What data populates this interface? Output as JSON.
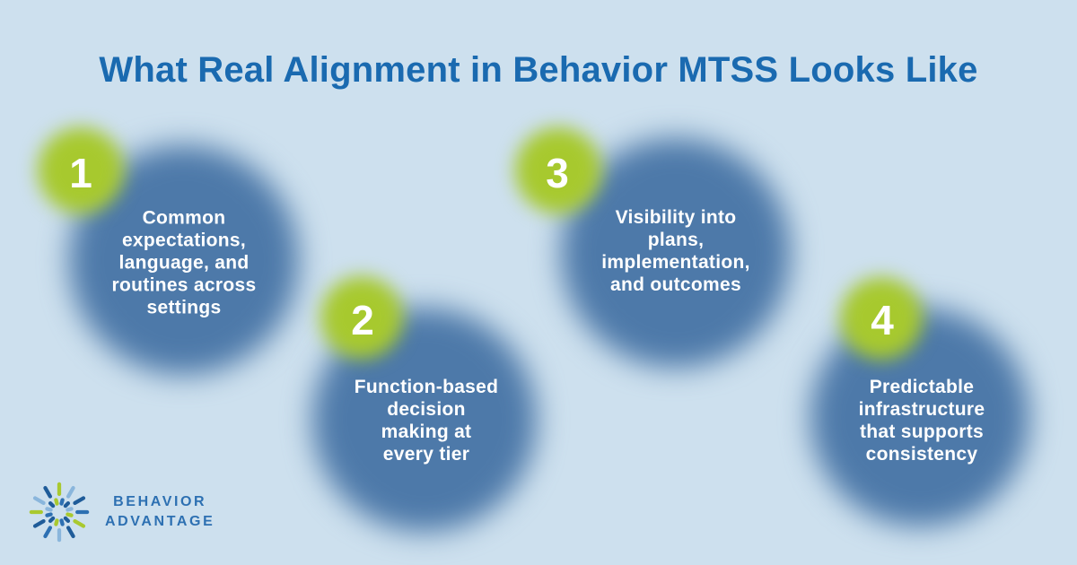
{
  "title": "What Real Alignment in Behavior MTSS Looks Like",
  "colors": {
    "background": "#cde0ee",
    "bubble_blue": "#4d79a9",
    "badge_green": "#a7c92e",
    "title_blue": "#1a6ab0",
    "logo_blue": "#2d70b2",
    "bubble_text_white": "#ffffff"
  },
  "bubbles": [
    {
      "number": "1",
      "text": "Common\nexpectations,\nlanguage, and\nroutines across\nsettings"
    },
    {
      "number": "2",
      "text": "Function-based\ndecision\nmaking at\nevery tier"
    },
    {
      "number": "3",
      "text": "Visibility into\nplans,\nimplementation,\nand outcomes"
    },
    {
      "number": "4",
      "text": "Predictable\ninfrastructure\nthat supports\nconsistency"
    }
  ],
  "logo": {
    "line1": "BEHAVIOR",
    "line2": "ADVANTAGE",
    "icon": "starburst-icon"
  }
}
